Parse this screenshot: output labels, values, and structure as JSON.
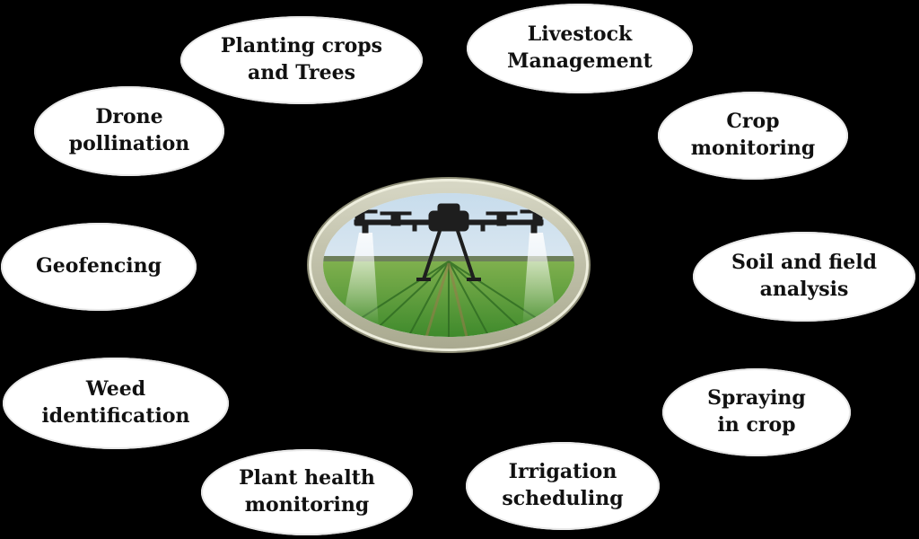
{
  "center": {
    "icon": "agricultural-drone-field-icon"
  },
  "nodes": [
    {
      "key": "planting",
      "lines": [
        "Planting crops",
        "and Trees"
      ]
    },
    {
      "key": "livestock",
      "lines": [
        "Livestock",
        "Management"
      ]
    },
    {
      "key": "crop-monitoring",
      "lines": [
        "Crop",
        "monitoring"
      ]
    },
    {
      "key": "soil",
      "lines": [
        "Soil and field",
        "analysis"
      ]
    },
    {
      "key": "spraying",
      "lines": [
        "Spraying",
        "in crop"
      ]
    },
    {
      "key": "irrigation",
      "lines": [
        "Irrigation",
        "scheduling"
      ]
    },
    {
      "key": "plant-health",
      "lines": [
        "Plant health",
        "monitoring"
      ]
    },
    {
      "key": "weed",
      "lines": [
        "Weed",
        "identification"
      ]
    },
    {
      "key": "geofencing",
      "lines": [
        "Geofencing"
      ]
    },
    {
      "key": "pollination",
      "lines": [
        "Drone",
        "pollination"
      ]
    }
  ],
  "colors": {
    "background": "#000000",
    "bubble": "#ffffff",
    "text": "#111111"
  }
}
